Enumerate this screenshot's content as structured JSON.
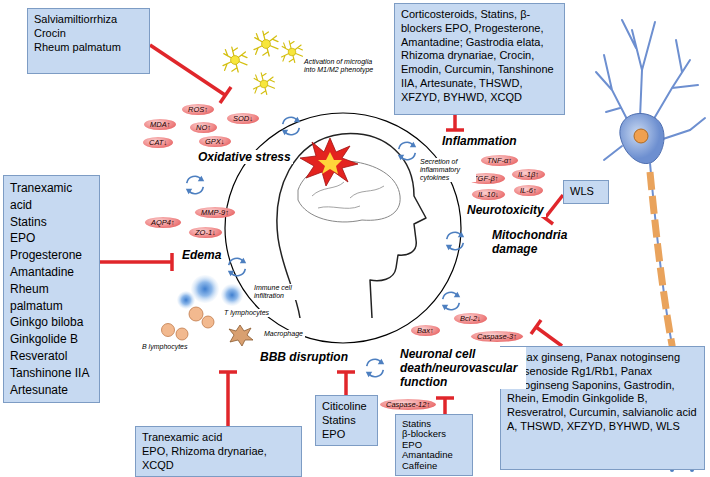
{
  "diagram": {
    "nodes": [
      {
        "text": [
          "Salviamiltiorrhiza Crocin Rheum palmatum"
        ]
      },
      {
        "text": [
          "Corticosteroids, Statins, β-blockers EPO, Progesterone, Amantadine; Gastrodia elata, Rhizoma drynariae, Crocin, Emodin, Curcumin, Tanshinone IIA, Artesunate, THSWD, XFZYD, BYHWD, XCQD"
        ]
      },
      {
        "text": [
          "ROS↑"
        ]
      },
      {
        "text": [
          "MDA↑"
        ]
      },
      {
        "text": [
          "SOD↓"
        ]
      },
      {
        "text": [
          "NO↑"
        ]
      },
      {
        "text": [
          "CAT↓"
        ]
      },
      {
        "text": [
          "GPX↓"
        ]
      },
      {
        "text": [
          "TNF-α↑"
        ]
      },
      {
        "text": [
          "IL-1β↑"
        ]
      },
      {
        "text": [
          "TGF-β↑"
        ]
      },
      {
        "text": [
          "IL-6↑"
        ]
      },
      {
        "text": [
          "IL-10↓"
        ]
      },
      {
        "text": [
          "WLS"
        ]
      },
      {
        "text": [
          "Tranexamic acid Statins EPO Progesterone Amantadine Rheum palmatum Ginkgo biloba Ginkgolide B Resveratol Tanshinone IIA Artesunate"
        ]
      },
      {
        "text": [
          "MMP-9↑"
        ]
      },
      {
        "text": [
          "AQP4↑"
        ]
      },
      {
        "text": [
          "ZO-1↓"
        ]
      },
      {
        "text": [
          "Bax↑"
        ]
      },
      {
        "text": [
          "Bcl-2↓"
        ]
      },
      {
        "text": [
          "Caspase-3↑"
        ]
      },
      {
        "text": [
          "Caspase-12↑"
        ]
      },
      {
        "text": [
          "Tranexamic acid EPO, Rhizoma drynariae, XCQD"
        ]
      },
      {
        "text": [
          "Citicoline Statins EPO"
        ]
      },
      {
        "text": [
          "Statins β-blockers EPO Amantadine Caffeine"
        ]
      },
      {
        "text": [
          "Panax ginseng, Panax notoginseng Ginsenoside Rg1/Rb1, Panax Notoginseng Saponins, Gastrodin, Rhein, Emodin Ginkgolide B, Resveratrol, Curcumin, salvianolic acid A, THSWD, XFZYD, BYHWD, WLS"
        ]
      }
    ],
    "labels": [
      "Oxidative stress",
      "Inflammation",
      "Neurotoxicity",
      "Mitochondria damage",
      "Edema",
      "BBB disruption",
      "Neuronal cell death/neurovascular function",
      "Activation of microglia into M1/M2 phenotype",
      "Secretion of inflammatory cytokines",
      "Immune cell infiltration",
      "T lymphocytes",
      "B lymphocytes",
      "Macrophage"
    ]
  }
}
